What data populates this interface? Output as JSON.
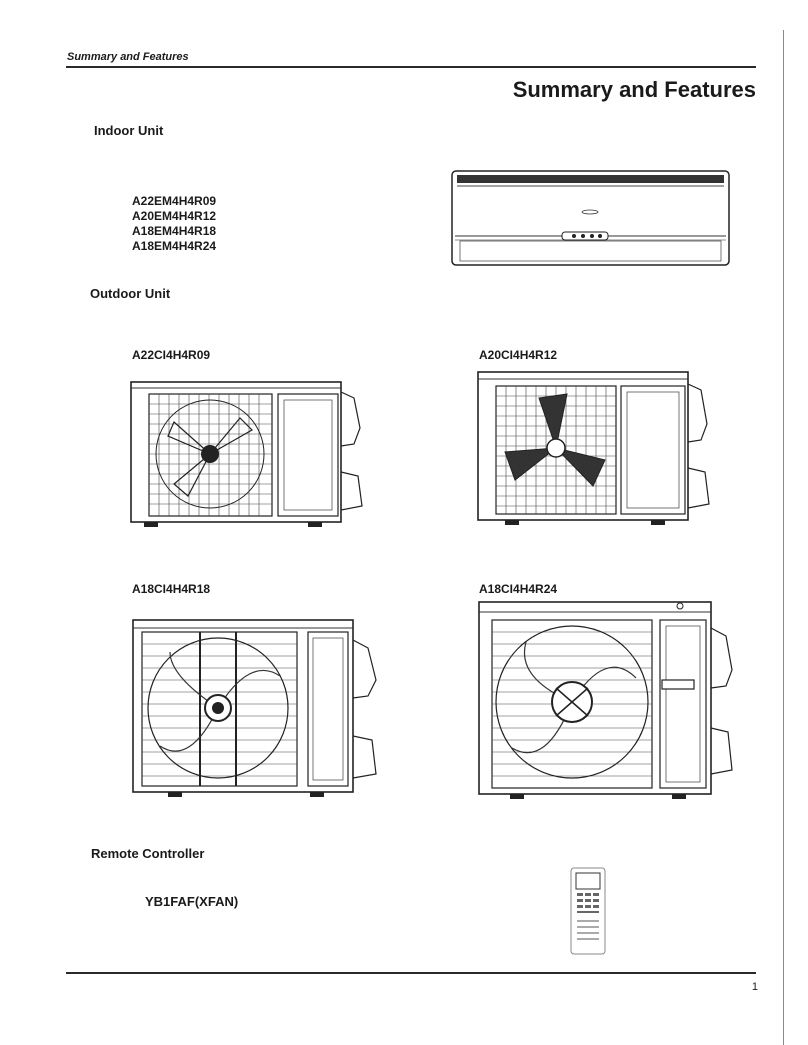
{
  "header": {
    "running_title": "Summary and Features"
  },
  "page_title": "Summary and Features",
  "indoor": {
    "heading": "Indoor Unit",
    "models": [
      "A22EM4H4R09",
      "A20EM4H4R12",
      "A18EM4H4R18",
      "A18EM4H4R24"
    ]
  },
  "outdoor": {
    "heading": "Outdoor Unit",
    "models": [
      {
        "label": "A22CI4H4R09"
      },
      {
        "label": "A20CI4H4R12"
      },
      {
        "label": "A18CI4H4R18"
      },
      {
        "label": "A18CI4H4R24"
      }
    ]
  },
  "remote": {
    "heading": "Remote Controller",
    "model": "YB1FAF(XFAN)"
  },
  "footer": {
    "page_number": "1"
  }
}
